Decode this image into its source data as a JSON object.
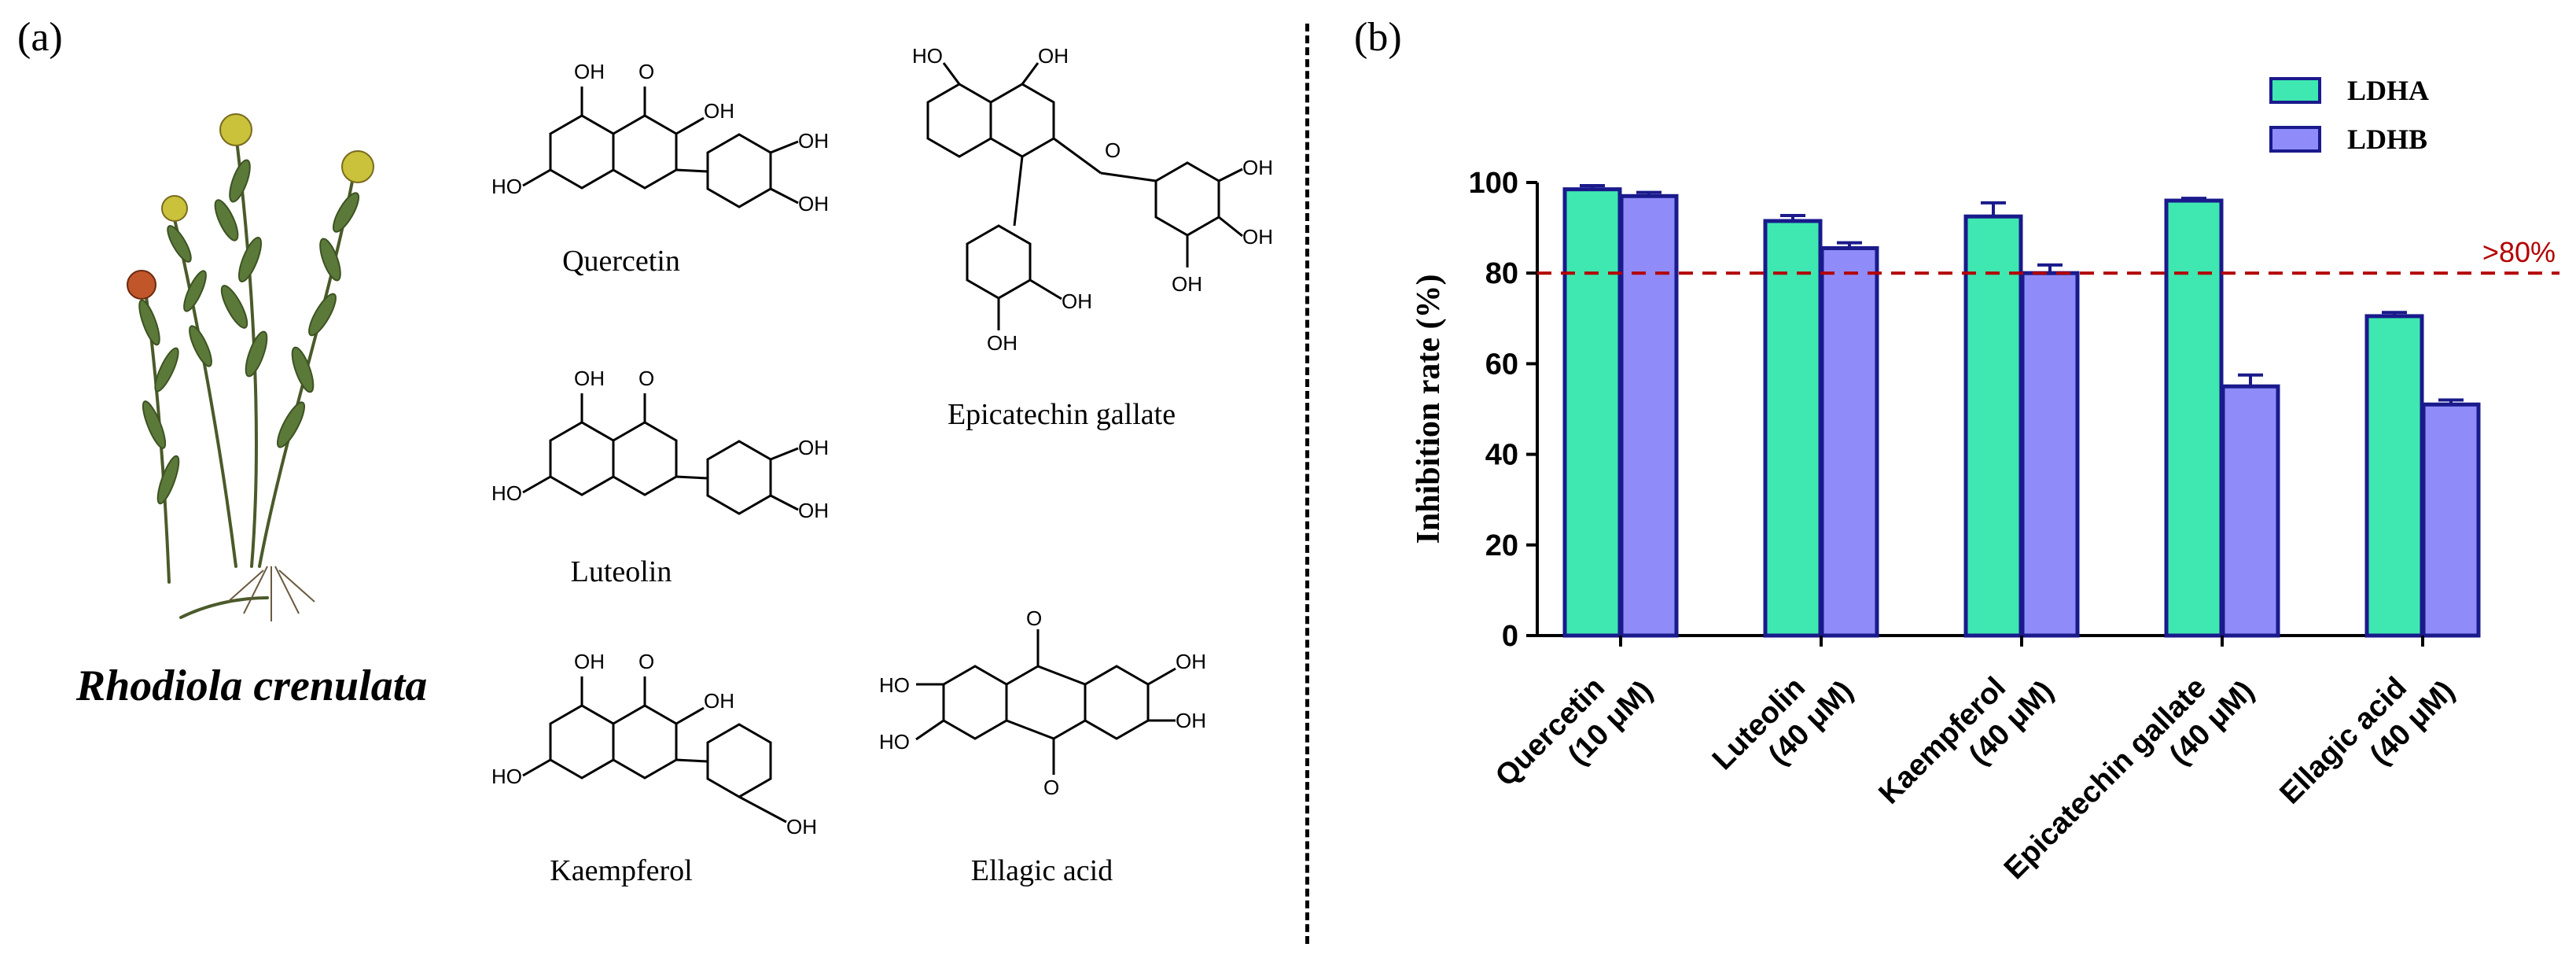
{
  "panel_a": {
    "label": "(a)",
    "species": "Rhodiola crenulata",
    "compounds": [
      "Quercetin",
      "Epicatechin gallate",
      "Luteolin",
      "Kaempferol",
      "Ellagic acid"
    ],
    "atom_labels": {
      "oh": "OH",
      "ho": "HO",
      "o": "O"
    }
  },
  "panel_b": {
    "label": "(b)"
  },
  "chart_data": {
    "type": "bar",
    "categories": [
      "Quercetin (10 μM)",
      "Luteolin (40 μM)",
      "Kaempferol (40 μM)",
      "Epicatechin gallate (40 μM)",
      "Ellagic acid (40 μM)"
    ],
    "category_lines": [
      [
        "Quercetin",
        "(10 μM)"
      ],
      [
        "Luteolin",
        "(40 μM)"
      ],
      [
        "Kaempferol",
        "(40 μM)"
      ],
      [
        "Epicatechin gallate",
        "(40 μM)"
      ],
      [
        "Ellagic acid",
        "(40 μM)"
      ]
    ],
    "series": [
      {
        "name": "LDHA",
        "values": [
          98.5,
          91.5,
          92.5,
          96,
          70.5
        ],
        "errors": [
          0.8,
          1.2,
          3.0,
          0.5,
          0.8
        ],
        "color": "#3ee8b0"
      },
      {
        "name": "LDHB",
        "values": [
          97,
          85.5,
          80,
          55,
          51
        ],
        "errors": [
          0.8,
          1.2,
          1.8,
          2.5,
          1.0
        ],
        "color": "#8f8cfa"
      }
    ],
    "ylabel": "Inhibition rate (%)",
    "xlabel": "",
    "ylim": [
      0,
      100
    ],
    "yticks": [
      0,
      20,
      40,
      60,
      80,
      100
    ],
    "threshold": {
      "value": 80,
      "label": ">80%",
      "color": "#b30000"
    },
    "bar_edge_color": "#1a1a8c",
    "grid": false,
    "legend_position": "top-right"
  }
}
